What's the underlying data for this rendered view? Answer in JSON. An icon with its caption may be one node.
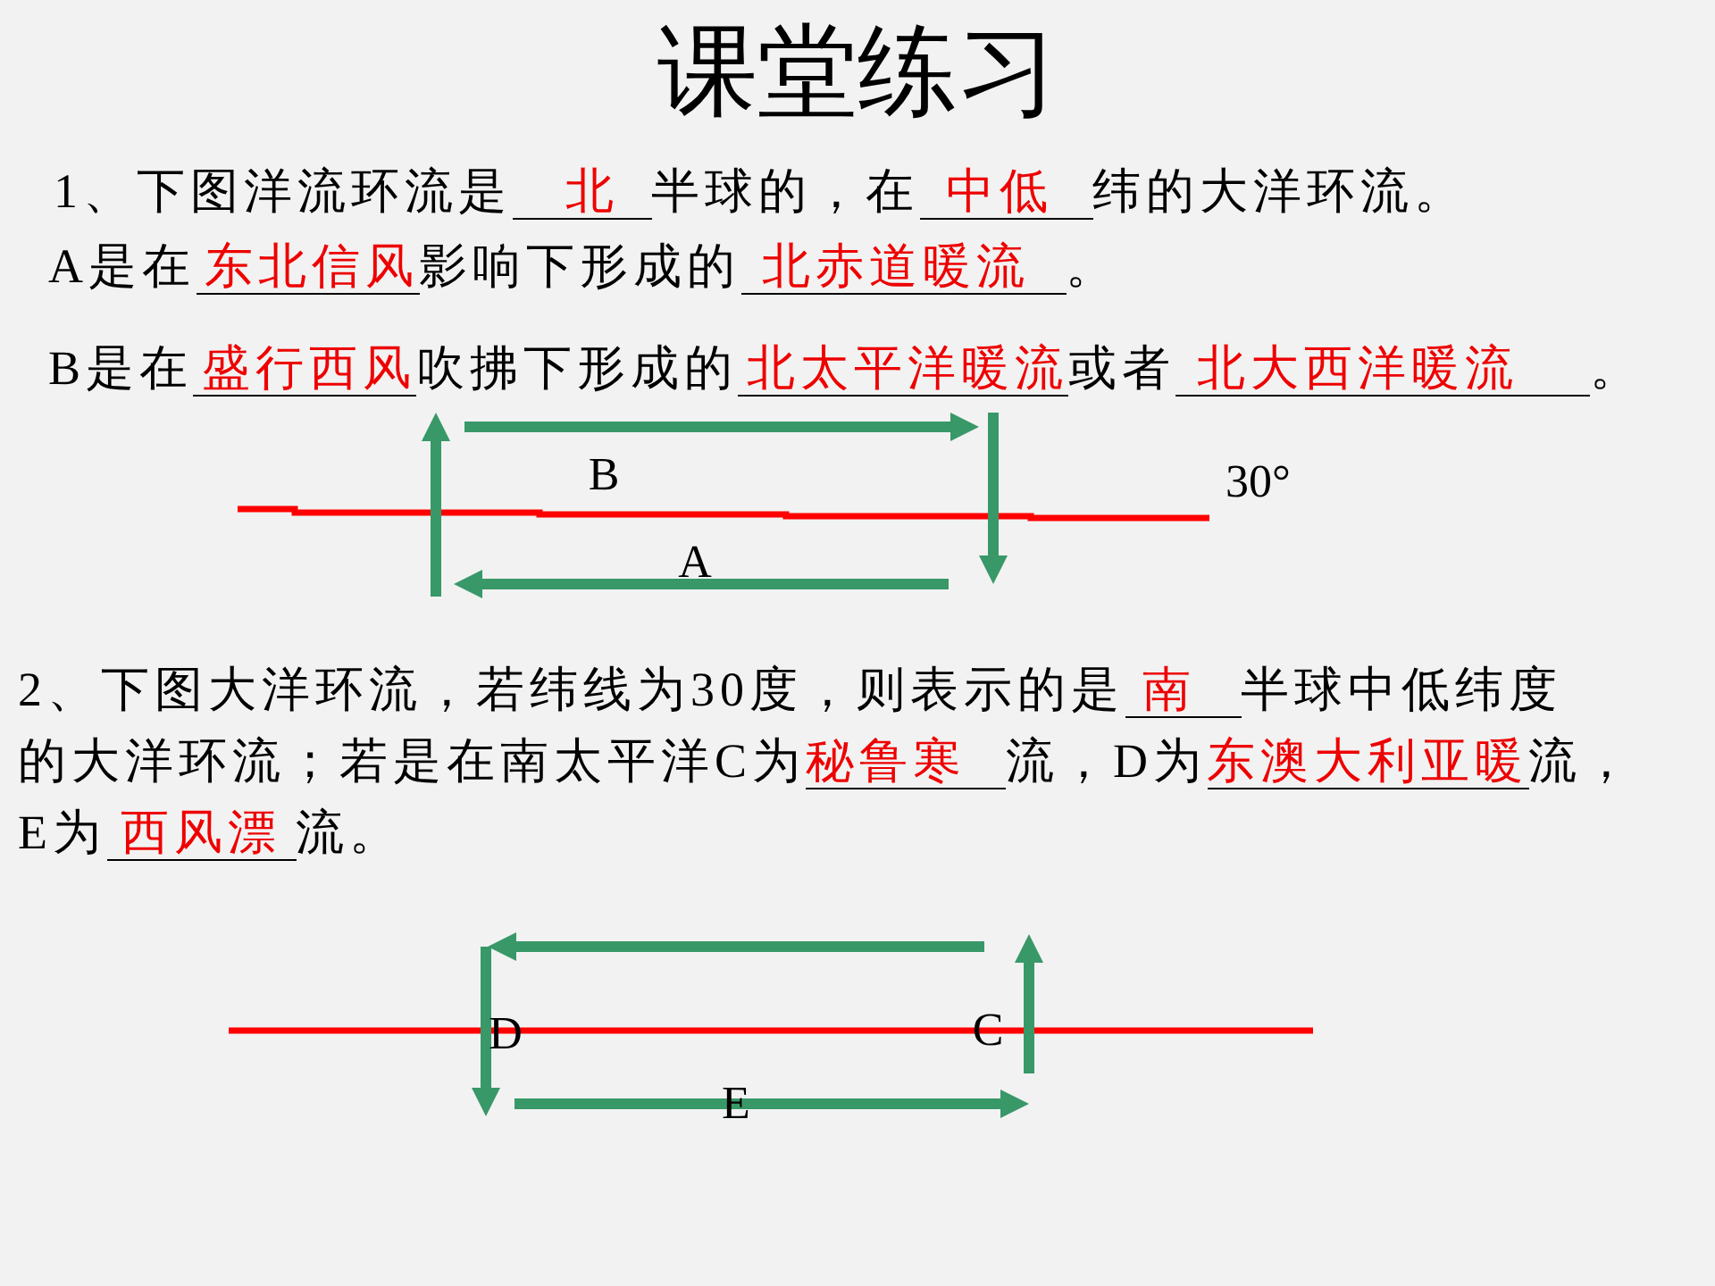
{
  "diagram": {
    "title": "课堂练习",
    "labels": [
      "1、下图洋流环流是",
      "北",
      "半球的，在",
      "中低",
      "纬的大洋环流。",
      "A是在",
      "东北信风",
      "影响下形成的",
      "北赤道暖流",
      "。",
      "B是在",
      "盛行西风",
      "吹拂下形成的",
      "北太平洋暖流",
      "或者",
      "北大西洋暖流",
      "。",
      "B",
      "30°",
      "A",
      "2、下图大洋环流，若纬线为30度，则表示的是",
      "南",
      "半球中低纬度",
      "的大洋环流；若是在南太平洋C为",
      "秘鲁寒",
      "流，D为",
      "东澳大利亚暖",
      "流，",
      "E为",
      "西风漂",
      "流。",
      "D",
      "C",
      "E"
    ]
  }
}
